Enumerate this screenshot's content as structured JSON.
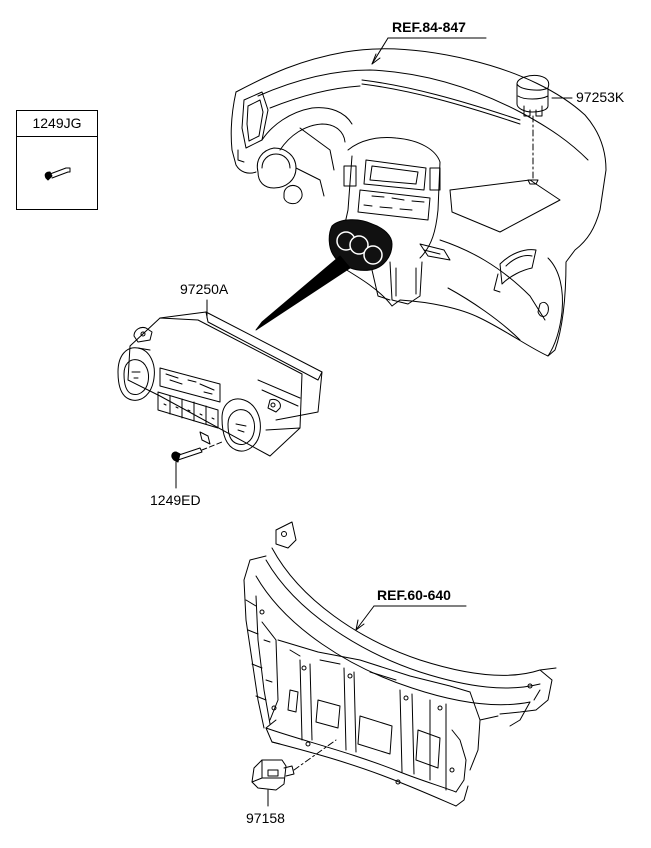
{
  "diagram": {
    "references": [
      {
        "id": "ref-dashboard",
        "text": "REF.84-847"
      },
      {
        "id": "ref-carrier",
        "text": "REF.60-640"
      }
    ],
    "parts": [
      {
        "id": "p97253K",
        "text": "97253K"
      },
      {
        "id": "p97250A",
        "text": "97250A"
      },
      {
        "id": "p1249ED",
        "text": "1249ED"
      },
      {
        "id": "p97158",
        "text": "97158"
      }
    ],
    "legend_box": {
      "part": "1249JG"
    }
  }
}
